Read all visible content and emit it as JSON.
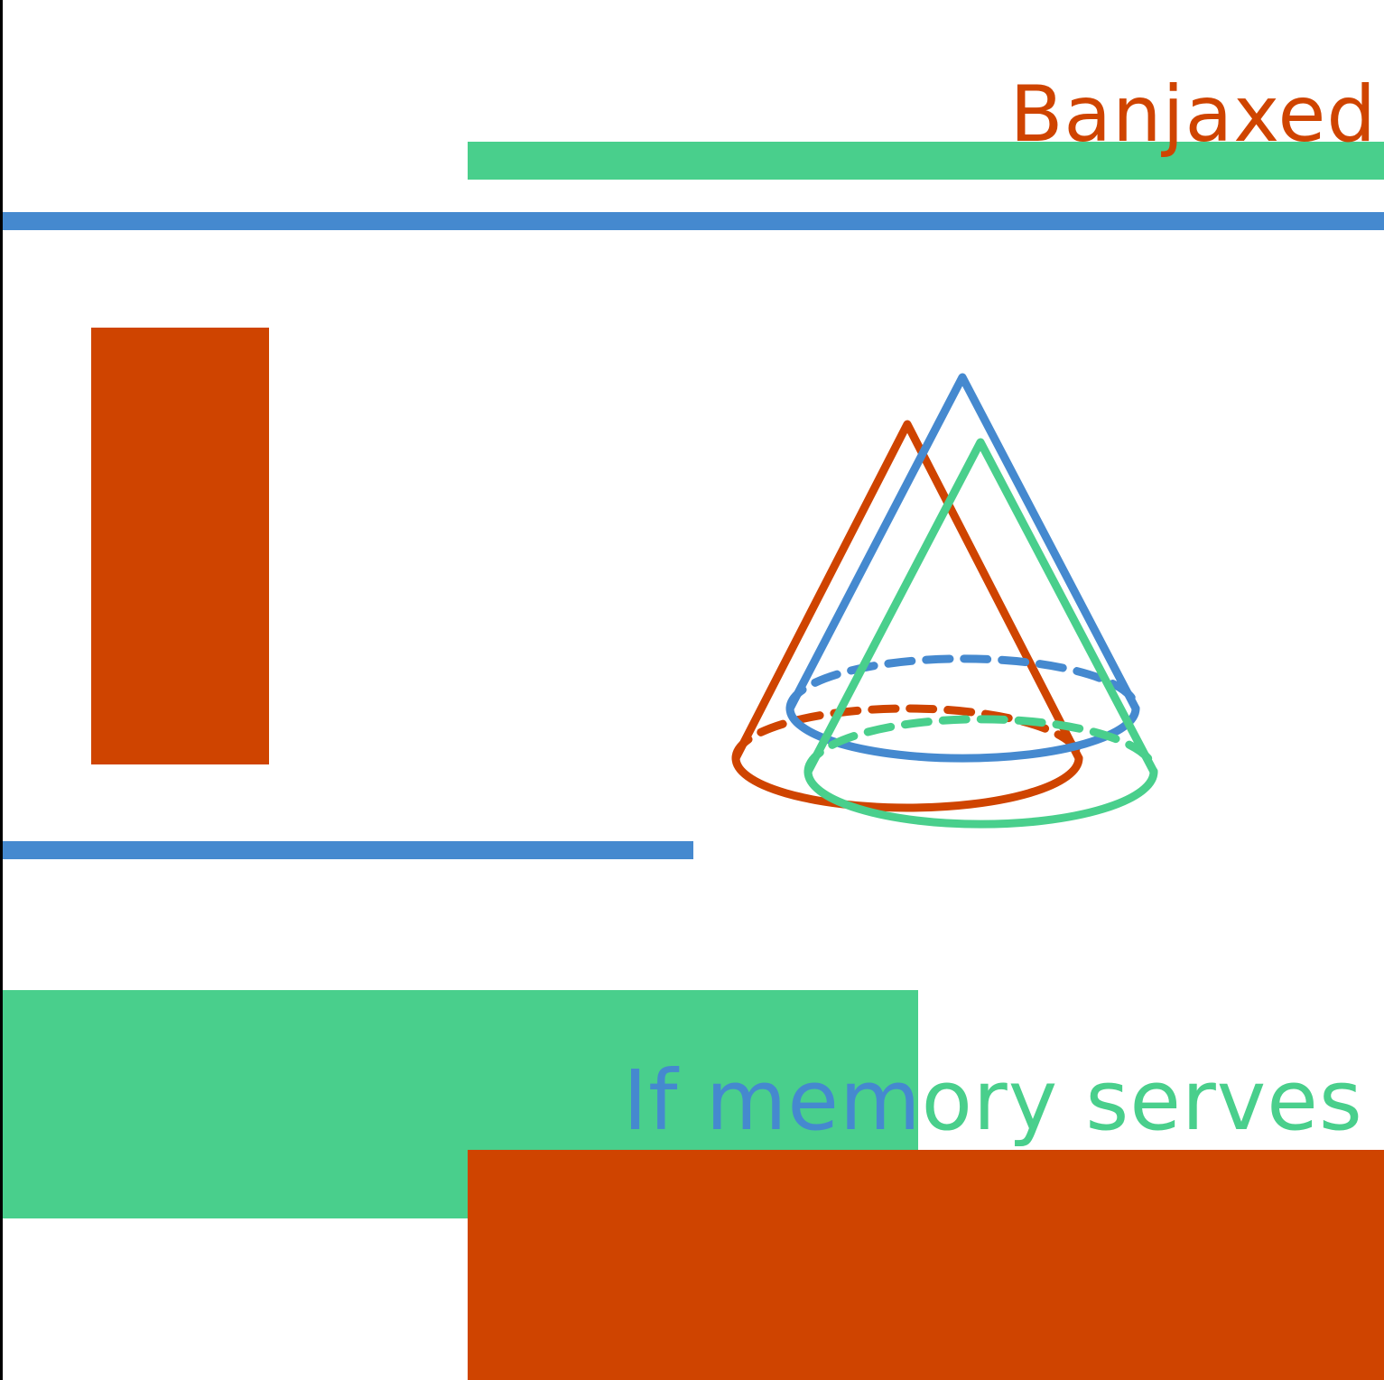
{
  "title": "Banjaxed",
  "subtitle": "If memory serves",
  "colors": {
    "orange": "#cf4400",
    "green": "#49cf8c",
    "blue": "#4589cf",
    "background": "#ffffff",
    "edge": "#000000"
  },
  "icons": [
    "cone-outline-orange",
    "cone-outline-blue",
    "cone-outline-green"
  ]
}
